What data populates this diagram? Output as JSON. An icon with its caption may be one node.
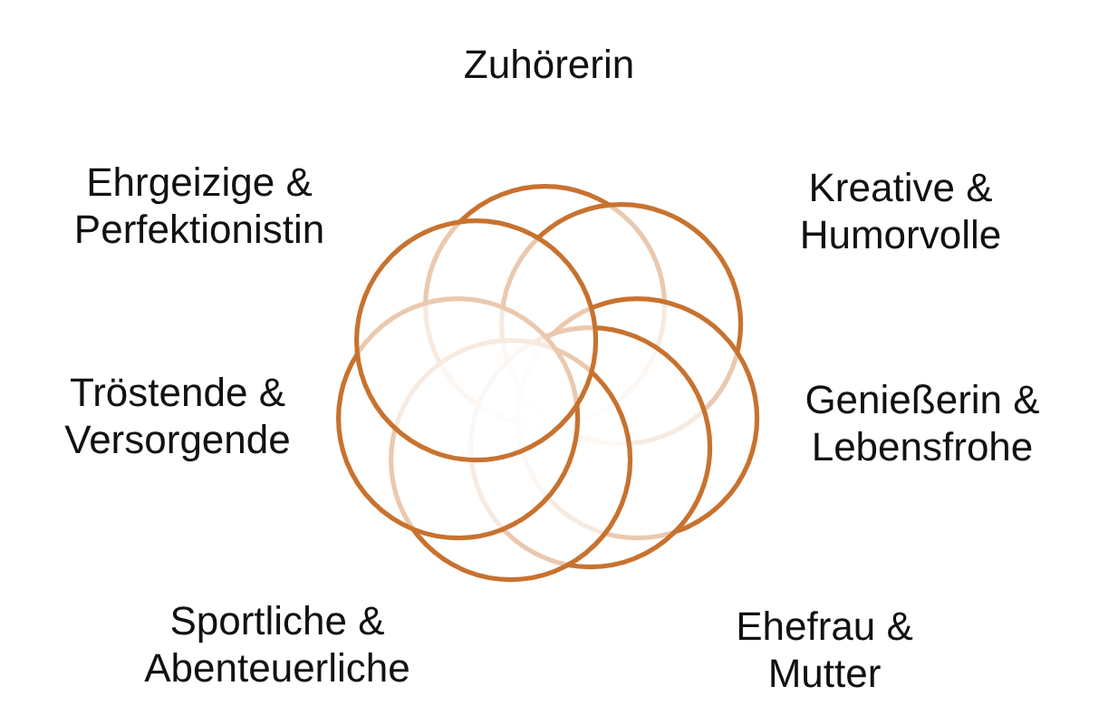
{
  "diagram": {
    "nodes": [
      {
        "text": [],
        "shape": "circle",
        "beside": [
          "Zuhörerin"
        ]
      },
      {
        "text": [],
        "shape": "circle",
        "beside": [
          "Kreative & Humorvolle"
        ]
      },
      {
        "text": [],
        "shape": "circle",
        "beside": [
          "Genießerin & Lebensfrohe"
        ]
      },
      {
        "text": [],
        "shape": "circle",
        "beside": [
          "Ehefrau & Mutter"
        ]
      },
      {
        "text": [],
        "shape": "circle",
        "beside": [
          "Sportliche & Abenteuerliche"
        ]
      },
      {
        "text": [],
        "shape": "circle",
        "beside": [
          "Tröstende & Versorgende"
        ]
      },
      {
        "text": [],
        "shape": "circle",
        "beside": [
          "Ehrgeizige & Perfektionistin"
        ]
      }
    ]
  }
}
